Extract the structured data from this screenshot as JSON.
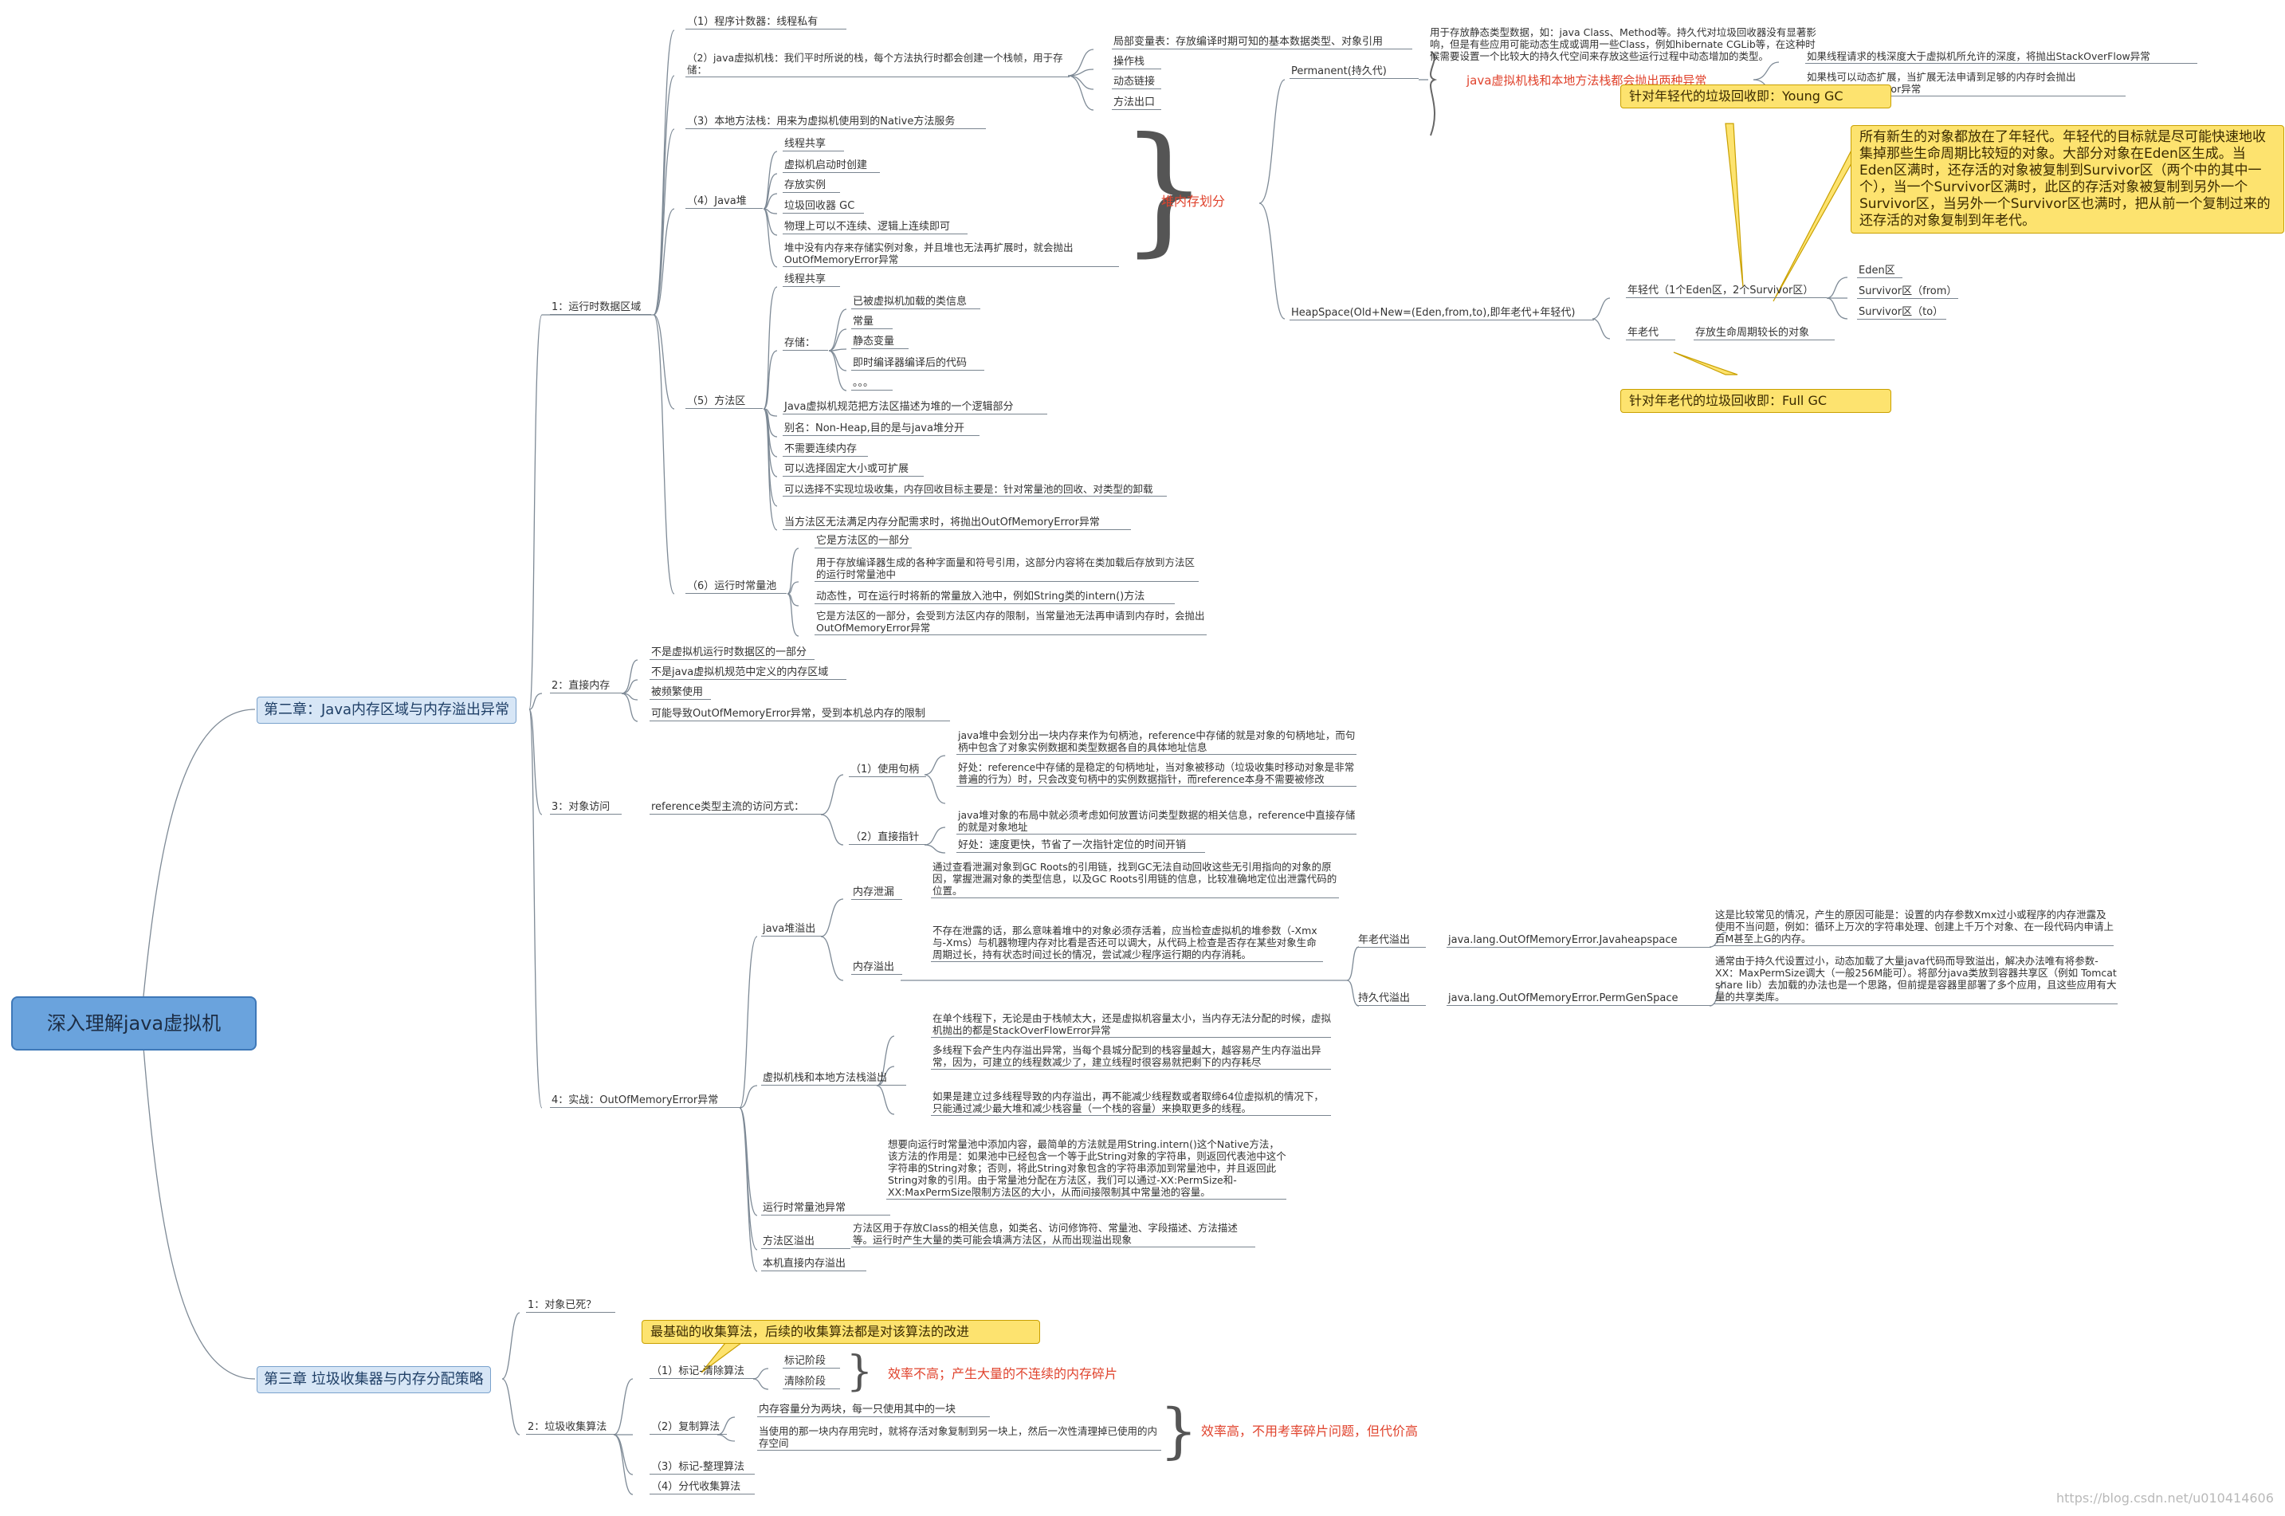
{
  "root": "深入理解java虚拟机",
  "chapters": {
    "ch2": "第二章：Java内存区域与内存溢出异常",
    "ch3": "第三章 垃圾收集器与内存分配策略"
  },
  "runtime": {
    "label": "1：运行时数据区域",
    "pc": "（1）程序计数器：线程私有",
    "stack_label": "（2）java虚拟机栈：我们平时所说的栈，每个方法执行时都会创建一个栈帧，用于存储：",
    "frame_items": [
      "局部变量表：存放编译时期可知的基本数据类型、对象引用",
      "操作栈",
      "动态链接",
      "方法出口"
    ],
    "native": "（3）本地方法栈：用来为虚拟机使用到的Native方法服务",
    "heap_label": "（4）Java堆",
    "heap_items": [
      "线程共享",
      "虚拟机启动时创建",
      "存放实例",
      "垃圾回收器 GC",
      "物理上可以不连续、逻辑上连续即可",
      "堆中没有内存来存储实例对象，并且堆也无法再扩展时，就会抛出OutOfMemoryError异常"
    ],
    "heap_division": "堆内存划分",
    "permanent": "Permanent(持久代)",
    "permanent_desc": "用于存放静态类型数据，如：java Class、Method等。持久代对垃圾回收器没有显著影响，但是有些应用可能动态生成或调用一些Class，例如hibernate CGLib等，在这种时候需要设置一个比较大的持久代空间来存放这些运行过程中动态增加的类型。",
    "stack_exc_title": "java虚拟机栈和本地方法栈都会抛出两种异常",
    "stack_exc": [
      "如果线程请求的栈深度大于虚拟机所允许的深度，将抛出StackOverFlow异常",
      "如果栈可以动态扩展，当扩展无法申请到足够的内存时会抛出OutOfMemoryError异常"
    ],
    "young_gc": "针对年轻代的垃圾回收即：Young GC",
    "young_desc": "所有新生的对象都放在了年轻代。年轻代的目标就是尽可能快速地收集掉那些生命周期比较短的对象。大部分对象在Eden区生成。当Eden区满时，还存活的对象被复制到Survivor区（两个中的其中一个），当一个Survivor区满时，此区的存活对象被复制到另外一个Survivor区，当另外一个Survivor区也满时，把从前一个复制过来的还存活的对象复制到年老代。",
    "heapspace": "HeapSpace(Old+New=(Eden,from,to),即年老代+年轻代)",
    "young": "年轻代（1个Eden区，2个Survivor区）",
    "young_items": [
      "Eden区",
      "Survivor区（from）",
      "Survivor区（to）"
    ],
    "old": "年老代",
    "old_desc": "存放生命周期较长的对象",
    "full_gc": "针对年老代的垃圾回收即：Full GC",
    "method_label": "（5）方法区",
    "method_shared": "线程共享",
    "method_store": "存储：",
    "method_store_items": [
      "已被虚拟机加载的类信息",
      "常量",
      "静态变量",
      "即时编译器编译后的代码",
      "。。。"
    ],
    "method_items": [
      "Java虚拟机规范把方法区描述为堆的一个逻辑部分",
      "别名：Non-Heap,目的是与java堆分开",
      "不需要连续内存",
      "可以选择固定大小或可扩展",
      "可以选择不实现垃圾收集，内存回收目标主要是：针对常量池的回收、对类型的卸载",
      "当方法区无法满足内存分配需求时，将抛出OutOfMemoryError异常"
    ],
    "const_label": "（6）运行时常量池",
    "const_items": [
      "它是方法区的一部分",
      "用于存放编译器生成的各种字面量和符号引用，这部分内容将在类加载后存放到方法区的运行时常量池中",
      "动态性，可在运行时将新的常量放入池中，例如String类的intern()方法",
      "它是方法区的一部分，会受到方法区内存的限制，当常量池无法再申请到内存时，会抛出OutOfMemoryError异常"
    ]
  },
  "direct": {
    "label": "2：直接内存",
    "items": [
      "不是虚拟机运行时数据区的一部分",
      "不是java虚拟机规范中定义的内存区域",
      "被频繁使用",
      "可能导致OutOfMemoryError异常，受到本机总内存的限制"
    ]
  },
  "access": {
    "label": "3：对象访问",
    "ref": "reference类型主流的访问方式：",
    "handle": "（1）使用句柄",
    "handle_desc": "java堆中会划分出一块内存来作为句柄池，reference中存储的就是对象的句柄地址，而句柄中包含了对象实例数据和类型数据各自的具体地址信息",
    "handle_adv": "好处：reference中存储的是稳定的句柄地址，当对象被移动（垃圾收集时移动对象是非常普遍的行为）时，只会改变句柄中的实例数据指针，而reference本身不需要被修改",
    "direct": "（2）直接指针",
    "direct_desc": "java堆对象的布局中就必须考虑如何放置访问类型数据的相关信息，reference中直接存储的就是对象地址",
    "direct_adv": "好处：速度更快，节省了一次指针定位的时间开销"
  },
  "oom": {
    "label": "4：实战：OutOfMemoryError异常",
    "heap": "java堆溢出",
    "leak": "内存泄漏",
    "leak_desc": "通过查看泄漏对象到GC Roots的引用链，找到GC无法自动回收这些无引用指向的对象的原因，掌握泄漏对象的类型信息，以及GC Roots引用链的信息，比较准确地定位出泄露代码的位置。",
    "overflow": "内存溢出",
    "overflow_desc": "不存在泄露的话，那么意味着堆中的对象必须存活着，应当检查虚拟机的堆参数（-Xmx与-Xms）与机器物理内存对比看是否还可以调大，从代码上检查是否存在某些对象生命周期过长，持有状态时间过长的情况，尝试减少程序运行期的内存消耗。",
    "old_over": "年老代溢出",
    "old_exc": "java.lang.OutOfMemoryError.Javaheapspace",
    "old_desc": "这是比较常见的情况，产生的原因可能是：设置的内存参数Xmx过小或程序的内存泄露及使用不当问题，例如：循环上万次的字符串处理、创建上千万个对象、在一段代码内申请上百M甚至上G的内存。",
    "perm_over": "持久代溢出",
    "perm_exc": "java.lang.OutOfMemoryError.PermGenSpace",
    "perm_desc": "通常由于持久代设置过小，动态加载了大量java代码而导致溢出，解决办法唯有将参数-XX：MaxPermSize调大（一般256M能可）。将部分java类放到容器共享区（例如 Tomcat share lib）去加载的办法也是一个思路，但前提是容器里部署了多个应用，且这些应用有大量的共享类库。",
    "vmstack": "虚拟机栈和本地方法栈溢出",
    "vmstack_items": [
      "在单个线程下，无论是由于栈帧太大，还是虚拟机容量太小，当内存无法分配的时候，虚拟机抛出的都是StackOverFlowError异常",
      "多线程下会产生内存溢出异常，当每个县城分配到的栈容量越大，越容易产生内存溢出异常，因为，可建立的线程数减少了，建立线程时很容易就把剩下的内存耗尽",
      "如果是建立过多线程导致的内存溢出，再不能减少线程数或者取缔64位虚拟机的情况下，只能通过减少最大堆和减少栈容量（一个栈的容量）来换取更多的线程。"
    ],
    "constpool": "运行时常量池异常",
    "constpool_desc": "想要向运行时常量池中添加内容，最简单的方法就是用String.intern()这个Native方法，该方法的作用是：如果池中已经包含一个等于此String对象的字符串，则返回代表池中这个字符串的String对象；否则，将此String对象包含的字符串添加到常量池中，并且返回此String对象的引用。由于常量池分配在方法区，我们可以通过-XX:PermSize和-XX:MaxPermSize限制方法区的大小，从而间接限制其中常量池的容量。",
    "methodarea": "方法区溢出",
    "methodarea_desc": "方法区用于存放Class的相关信息，如类名、访问修饰符、常量池、字段描述、方法描述等。运行时产生大量的类可能会填满方法区，从而出现溢出现象",
    "native": "本机直接内存溢出"
  },
  "gc": {
    "dead": "1：对象已死？",
    "algo": "2：垃圾收集算法",
    "base_note": "最基础的收集算法，后续的收集算法都是对该算法的改进",
    "mark_sweep": "（1）标记-清除算法",
    "ms_items": [
      "标记阶段",
      "清除阶段"
    ],
    "ms_eff": "效率不高；产生大量的不连续的内存碎片",
    "copy": "（2）复制算法",
    "copy_items": [
      "内存容量分为两块，每一只使用其中的一块",
      "当使用的那一块内存用完时，就将存活对象复制到另一块上，然后一次性清理掉已使用的内存空间"
    ],
    "copy_eff": "效率高，不用考率碎片问题，但代价高",
    "mark_compact": "（3）标记-整理算法",
    "generational": "（4）分代收集算法"
  },
  "watermark": "https://blog.csdn.net/u010414606"
}
